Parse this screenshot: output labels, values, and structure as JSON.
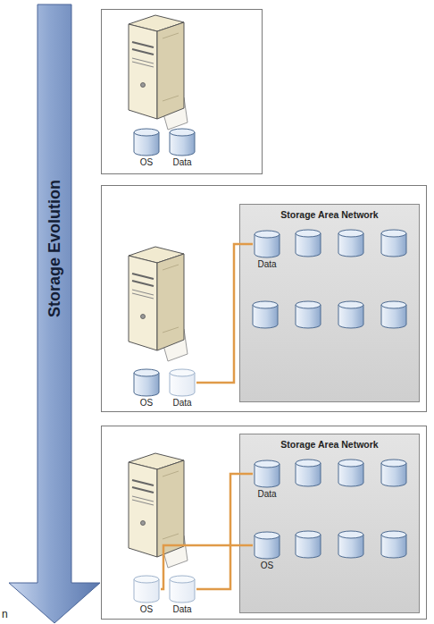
{
  "diagram": {
    "nodes": [
      {
        "text": [
          "Storage Evolution"
        ]
      },
      {
        "text": [
          "OS"
        ]
      },
      {
        "text": [
          "Data"
        ]
      },
      {
        "text": [
          "OS"
        ]
      },
      {
        "text": [
          "Data"
        ]
      },
      {
        "text": [
          "Storage Area Network"
        ]
      },
      {
        "text": [
          "Data"
        ],
        "in": 5
      },
      {
        "text": [
          "OS"
        ]
      },
      {
        "text": [
          "Data"
        ]
      },
      {
        "text": [
          "Storage Area Network"
        ]
      },
      {
        "text": [
          "Data"
        ],
        "in": 9
      },
      {
        "text": [
          "OS"
        ],
        "in": 9
      }
    ],
    "edges": [
      {
        "from": 4,
        "to": 6,
        "arrow": "none"
      },
      {
        "from": 7,
        "to": 11,
        "arrow": "none"
      },
      {
        "from": 8,
        "to": 10,
        "arrow": "none"
      }
    ],
    "labels": [
      "n"
    ]
  }
}
